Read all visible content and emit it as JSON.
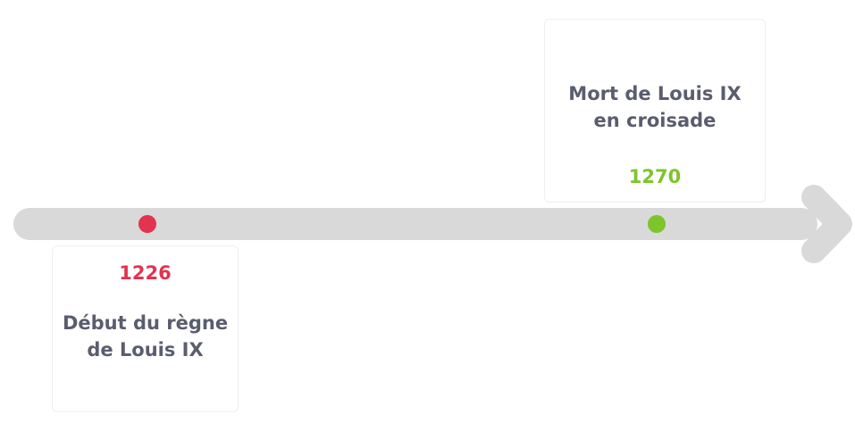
{
  "colors": {
    "arrow": "#d9d9d9",
    "event_1": "#e2334f",
    "event_2": "#7dc52a",
    "text": "#5a5d6e"
  },
  "events": [
    {
      "year": "1226",
      "label_line1": "Début du règne",
      "label_line2": "de Louis IX"
    },
    {
      "year": "1270",
      "label_line1": "Mort de Louis IX",
      "label_line2": "en croisade"
    }
  ]
}
